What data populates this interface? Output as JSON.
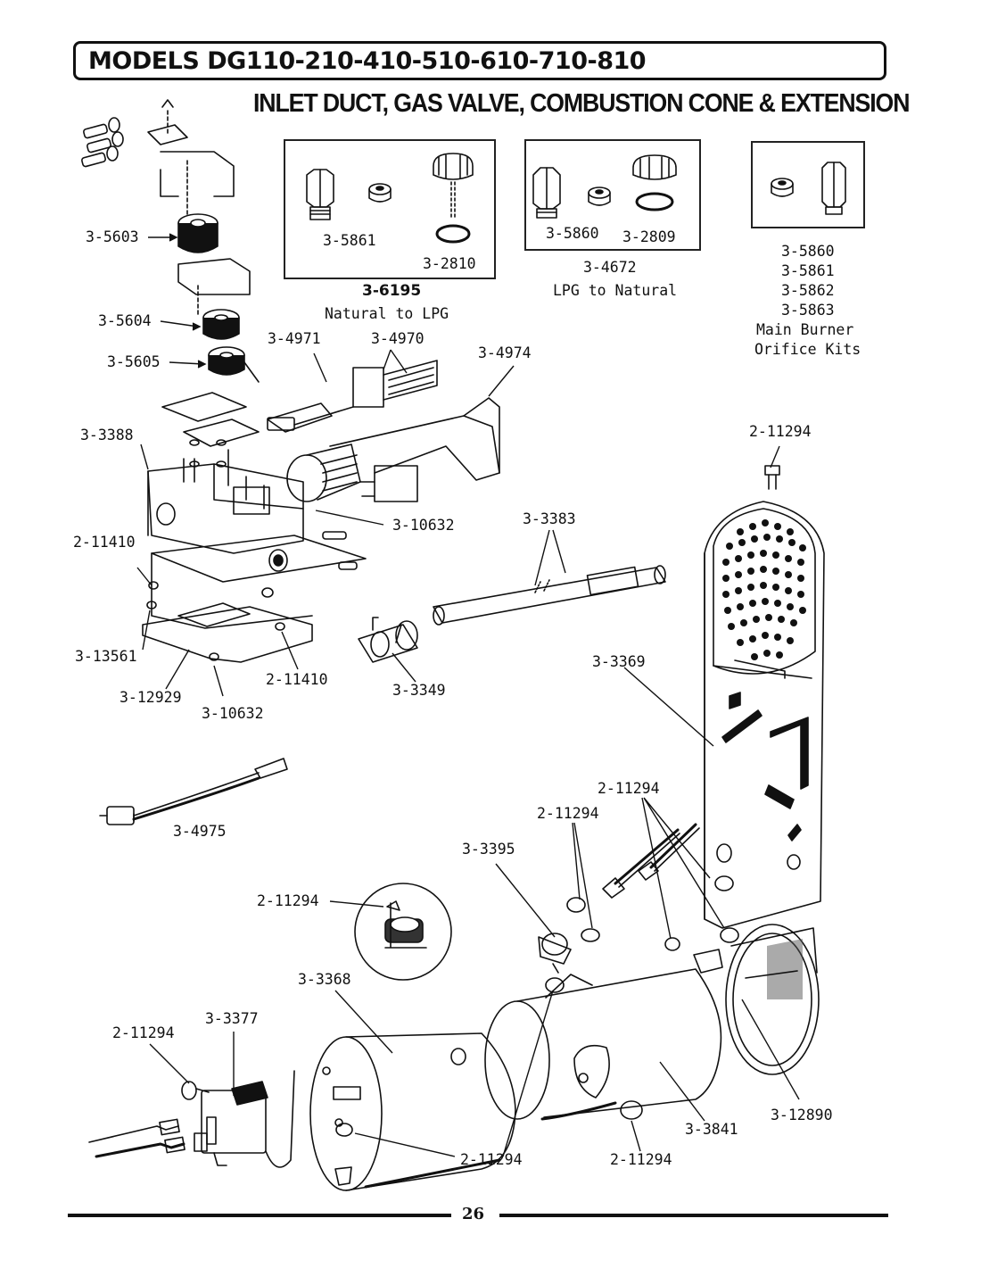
{
  "header": {
    "models_title": "MODELS DG110-210-410-510-610-710-810",
    "subtitle": "INLET DUCT, GAS VALVE, COMBUSTION CONE & EXTENSION"
  },
  "kits": {
    "natural_to_lpg": {
      "part_a": "3-5861",
      "part_b": "3-2810",
      "kit_number": "3-6195",
      "kit_name": "Natural to LPG"
    },
    "lpg_to_natural": {
      "part_a": "3-5860",
      "part_b": "3-2809",
      "kit_number": "3-4672",
      "kit_name": "LPG to Natural"
    },
    "orifice_kits": {
      "p1": "3-5860",
      "p2": "3-5861",
      "p3": "3-5862",
      "p4": "3-5863",
      "name_line1": "Main Burner",
      "name_line2": "Orifice Kits"
    }
  },
  "callouts": {
    "c_3_5603": "3-5603",
    "c_3_5604": "3-5604",
    "c_3_5605": "3-5605",
    "c_3_4971": "3-4971",
    "c_3_4970": "3-4970",
    "c_3_4974": "3-4974",
    "c_3_3388": "3-3388",
    "c_3_10632_a": "3-10632",
    "c_2_11410_a": "2-11410",
    "c_3_13561": "3-13561",
    "c_3_12929": "3-12929",
    "c_3_10632_b": "3-10632",
    "c_2_11410_b": "2-11410",
    "c_3_3349": "3-3349",
    "c_3_3383": "3-3383",
    "c_2_11294_top": "2-11294",
    "c_3_3369": "3-3369",
    "c_3_4975": "3-4975",
    "c_2_11294_r1": "2-11294",
    "c_2_11294_r2": "2-11294",
    "c_3_3395": "3-3395",
    "c_2_11294_l": "2-11294",
    "c_3_3368": "3-3368",
    "c_3_3377": "3-3377",
    "c_2_11294_ll": "2-11294",
    "c_2_11294_b1": "2-11294",
    "c_2_11294_b2": "2-11294",
    "c_3_3841": "3-3841",
    "c_3_12890": "3-12890"
  },
  "footer": {
    "page_number": "26"
  }
}
